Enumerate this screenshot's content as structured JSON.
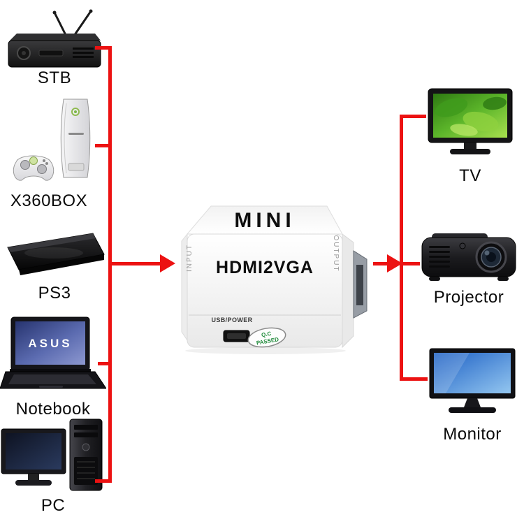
{
  "converter": {
    "brand": "MINI",
    "model": "HDMI2VGA",
    "side_left": "INPUT",
    "side_right": "OUTPUT",
    "port_label": "USB/POWER",
    "qc_line1": "Q.C",
    "qc_line2": "PASSED"
  },
  "sources": [
    {
      "label": "STB"
    },
    {
      "label": "X360BOX"
    },
    {
      "label": "PS3"
    },
    {
      "label": "Notebook"
    },
    {
      "label": "PC"
    }
  ],
  "sinks": [
    {
      "label": "TV"
    },
    {
      "label": "Projector"
    },
    {
      "label": "Monitor"
    }
  ],
  "notebook_screen_logo": "ASUS",
  "colors": {
    "arrow": "#ec1212",
    "background": "#ffffff"
  }
}
